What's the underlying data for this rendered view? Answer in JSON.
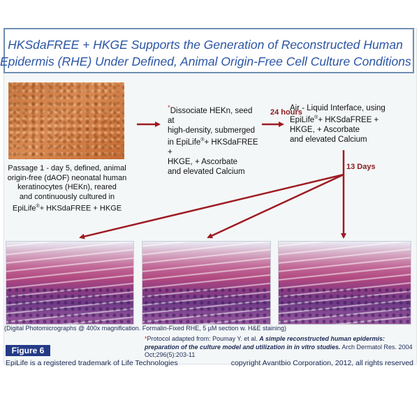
{
  "title": {
    "line1": "HKSdaFREE + HKGE  Supports the Generation of Reconstructed Human",
    "line2": "Epidermis (RHE) Under Defined, Animal Origin-Free Cell Culture Conditions"
  },
  "passage": {
    "line1": "Passage 1 - day 5, defined, animal",
    "line2": "origin-free (dAOF) neonatal human",
    "line3": "keratinocytes (HEKn), reared",
    "line4": "and continuously cultured in",
    "line5a": "EpiLife",
    "reg": "®",
    "line5b": "+ HKSdaFREE + HKGE"
  },
  "step1": {
    "star": "*",
    "line1": "Dissociate HEKn, seed at",
    "line2": "high-density, submerged",
    "line3a": "in EpiLife",
    "reg": "®",
    "line3b": "+ HKSdaFREE +",
    "line4": "HKGE, + Ascorbate",
    "line5": "and elevated Calcium"
  },
  "step2": {
    "line1": "Air - Liquid Interface, using",
    "line2a": "EpiLife",
    "reg": "®",
    "line2b": "+ HKSdaFREE +",
    "line3": "HKGE, + Ascorbate",
    "line4": "and elevated Calcium"
  },
  "arrow_labels": {
    "hours": "24 hours",
    "days": "13 Days"
  },
  "photo_caption": "(Digital Photomicrographs @ 400x magnification.  Formalin-Fixed RHE, 5 µM section w. H&E staining)",
  "reference": {
    "star": "*",
    "lead": "Protocol adapted from: Poumay Y. et al. ",
    "title": "A simple reconstructed human epidermis: preparation of the culture model and utilization in in vitro studies.",
    "citation": " Arch Dermatol Res. 2004 Oct;296(5):203-11"
  },
  "figure_label": "Figure 6",
  "trademark": "EpiLife is a registered trademark of Life Technologies",
  "copyright": "copyright Avantbio Corporation, 2012, all rights reserved",
  "colors": {
    "title_text": "#2b55a5",
    "arrow": "#9e1b22",
    "figure_badge": "#233a86"
  }
}
